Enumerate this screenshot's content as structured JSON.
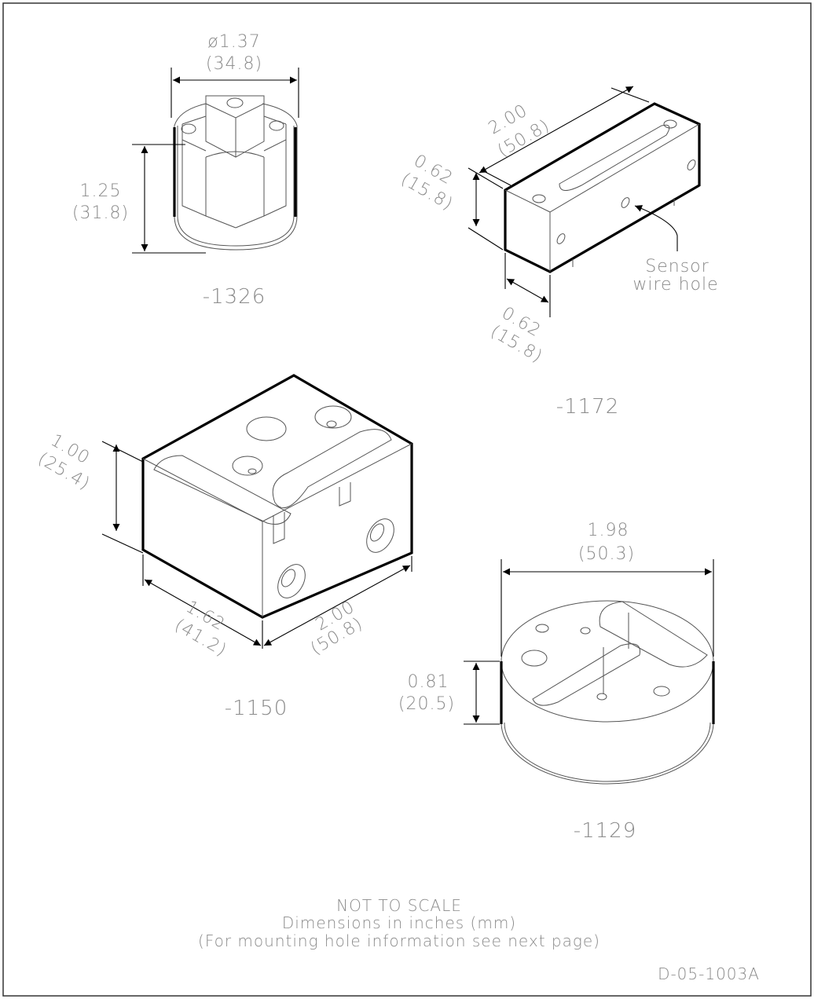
{
  "parts": {
    "p1326": {
      "id": "-1326",
      "diameter_in": "ø1.37",
      "diameter_mm": "(34.8)",
      "height_in": "1.25",
      "height_mm": "(31.8)"
    },
    "p1172": {
      "id": "-1172",
      "length_in": "2.00",
      "length_mm": "(50.8)",
      "height_in": "0.62",
      "height_mm": "(15.8)",
      "width_in": "0.62",
      "width_mm": "(15.8)",
      "callout_line1": "Sensor",
      "callout_line2": "wire hole"
    },
    "p1150": {
      "id": "-1150",
      "height_in": "1.00",
      "height_mm": "(25.4)",
      "width_in": "1.62",
      "width_mm": "(41.2)",
      "length_in": "2.00",
      "length_mm": "(50.8)"
    },
    "p1129": {
      "id": "-1129",
      "diameter_in": "1.98",
      "diameter_mm": "(50.3)",
      "height_in": "0.81",
      "height_mm": "(20.5)"
    }
  },
  "notes": {
    "line1": "NOT TO SCALE",
    "line2": "Dimensions in inches (mm)",
    "line3": "(For mounting hole information see next page)"
  },
  "drawing_number": "D-05-1003A"
}
